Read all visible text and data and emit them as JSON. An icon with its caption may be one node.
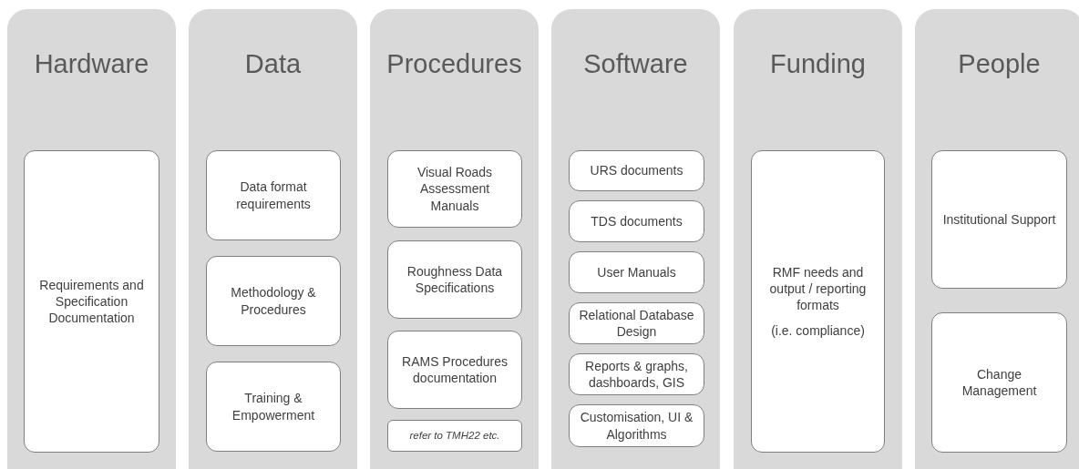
{
  "diagram": {
    "nodes": [
      {
        "text": [
          "Hardware"
        ]
      },
      {
        "text": [
          "Requirements and Specification Documentation"
        ],
        "in": 0
      },
      {
        "text": [
          "Data"
        ]
      },
      {
        "text": [
          "Data format requirements"
        ],
        "in": 2
      },
      {
        "text": [
          "Methodology & Procedures"
        ],
        "in": 2
      },
      {
        "text": [
          "Training & Empowerment"
        ],
        "in": 2
      },
      {
        "text": [
          "Procedures"
        ]
      },
      {
        "text": [
          "Visual Roads Assessment Manuals"
        ],
        "in": 6
      },
      {
        "text": [
          "Roughness Data Specifications"
        ],
        "in": 6
      },
      {
        "text": [
          "RAMS Procedures documentation"
        ],
        "in": 6
      },
      {
        "text": [
          "refer to TMH22 etc."
        ],
        "in": 6
      },
      {
        "text": [
          "Software"
        ]
      },
      {
        "text": [
          "URS documents"
        ],
        "in": 11
      },
      {
        "text": [
          "TDS documents"
        ],
        "in": 11
      },
      {
        "text": [
          "User Manuals"
        ],
        "in": 11
      },
      {
        "text": [
          "Relational Database Design"
        ],
        "in": 11
      },
      {
        "text": [
          "Reports & graphs, dashboards, GIS"
        ],
        "in": 11
      },
      {
        "text": [
          "Customisation, UI & Algorithms"
        ],
        "in": 11
      },
      {
        "text": [
          "Funding"
        ]
      },
      {
        "text": [
          "RMF needs and output / reporting formats",
          "(i.e. compliance)"
        ],
        "in": 18
      },
      {
        "text": [
          "People"
        ]
      },
      {
        "text": [
          "Institutional Support"
        ],
        "in": 20
      },
      {
        "text": [
          "Change Management"
        ],
        "in": 20
      }
    ]
  }
}
